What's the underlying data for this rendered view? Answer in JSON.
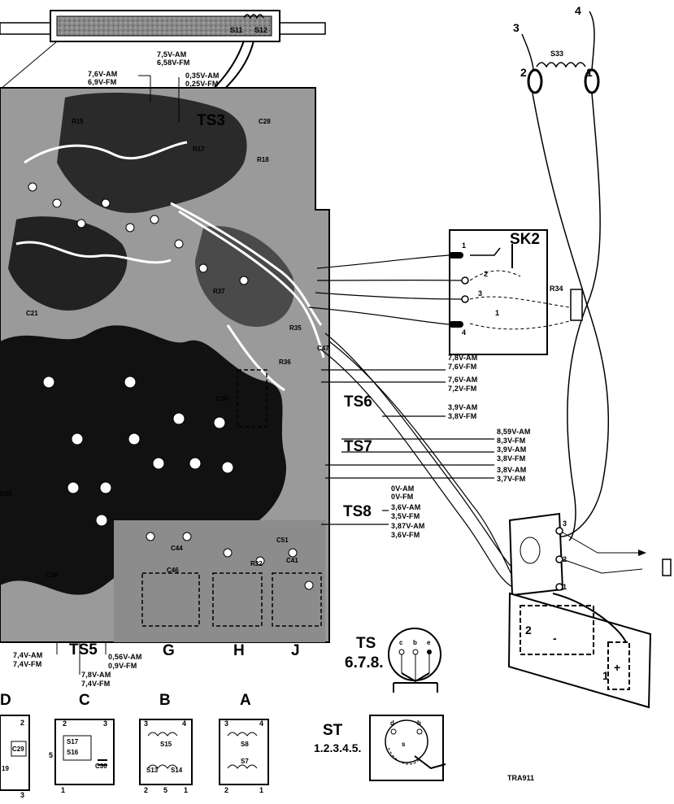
{
  "labels": {
    "s11": "S11",
    "s12": "S12",
    "ts3": "TS3",
    "c28": "C28",
    "r18": "R18",
    "r17": "R17",
    "r15": "R15",
    "ts3_v_left_am": "7,6V-AM",
    "ts3_v_left_fm": "6,9V-FM",
    "ts3_v_mid_am": "7,5V-AM",
    "ts3_v_mid_fm": "6,58V-FM",
    "ts3_v_right_am": "0,35V-AM",
    "ts3_v_right_fm": "0,25V-FM",
    "pin3_top": "3",
    "pin4_top": "4",
    "pin2_top": "2",
    "pin1_top": "1",
    "s33": "S33",
    "sk2": "SK2",
    "sk2_p1": "1",
    "sk2_p2": "2",
    "sk2_p3": "3",
    "sk2_p4": "4",
    "sk2_px1": "1",
    "r34": "R34",
    "r37": "R37",
    "r35": "R35",
    "r36": "R36",
    "c47": "C47",
    "c50": "C50",
    "c21": "C21",
    "ts6": "TS6",
    "ts7": "TS7",
    "ts8": "TS8",
    "ts5": "TS5",
    "ts6_a1": "7,8V-AM",
    "ts6_a2": "7,6V-FM",
    "ts6_a3": "7,6V-AM",
    "ts6_a4": "7,2V-FM",
    "ts6_b1": "3,9V-AM",
    "ts6_b2": "3,8V-FM",
    "ts7_1": "8,59V-AM",
    "ts7_2": "8,3V-FM",
    "ts7_3": "3,9V-AM",
    "ts7_4": "3,8V-FM",
    "ts7_5": "3,8V-AM",
    "ts7_6": "3,7V-FM",
    "ts8_1": "0V-AM",
    "ts8_2": "0V-FM",
    "ts8_3": "3,6V-AM",
    "ts8_4": "3,5V-FM",
    "ts8_5": "3,87V-AM",
    "ts8_6": "3,6V-FM",
    "c44": "C44",
    "c46": "C46",
    "c36": "C36",
    "c41": "C41",
    "c51": "C51",
    "r25": "R25",
    "r32": "R32",
    "g": "G",
    "h": "H",
    "j": "J",
    "ts5_l1": "7,4V-AM",
    "ts5_l2": "7,4V-FM",
    "ts5_r1": "0,56V-AM",
    "ts5_r2": "0,9V-FM",
    "ts5_b1": "7,8V-AM",
    "ts5_b2": "7,4V-FM",
    "ts_title": "TS",
    "ts_sub": "6.7.8.",
    "pin_c": "c",
    "pin_b": "b",
    "pin_e": "e",
    "batt_2": "2",
    "batt_minus": "-",
    "batt_1": "1",
    "batt_plus": "+",
    "sw_3": "3",
    "sw_2": "2",
    "sw_1": "1",
    "bot_d": "D",
    "bot_c": "C",
    "bot_b": "B",
    "bot_a": "A",
    "d_2": "2",
    "d_3": "3",
    "d_c29": "C29",
    "d_19": "19",
    "c_2": "2",
    "c_3": "3",
    "c_5": "5",
    "c_1": "1",
    "c_s17": "S17",
    "c_s16": "S16",
    "c_c30": "C30",
    "b_3": "3",
    "b_4": "4",
    "b_s15": "S15",
    "b_s13": "S13",
    "b_s14": "S14",
    "b_2": "2",
    "b_5": "5",
    "b_1": "1",
    "a_3": "3",
    "a_4": "4",
    "a_s8": "S8",
    "a_s7": "S7",
    "a_2": "2",
    "a_1": "1",
    "st_title": "ST",
    "st_sub": "1.2.3.4.5.",
    "st_d": "d",
    "st_b": "b",
    "st_s": "s",
    "tra": "TRA911"
  }
}
